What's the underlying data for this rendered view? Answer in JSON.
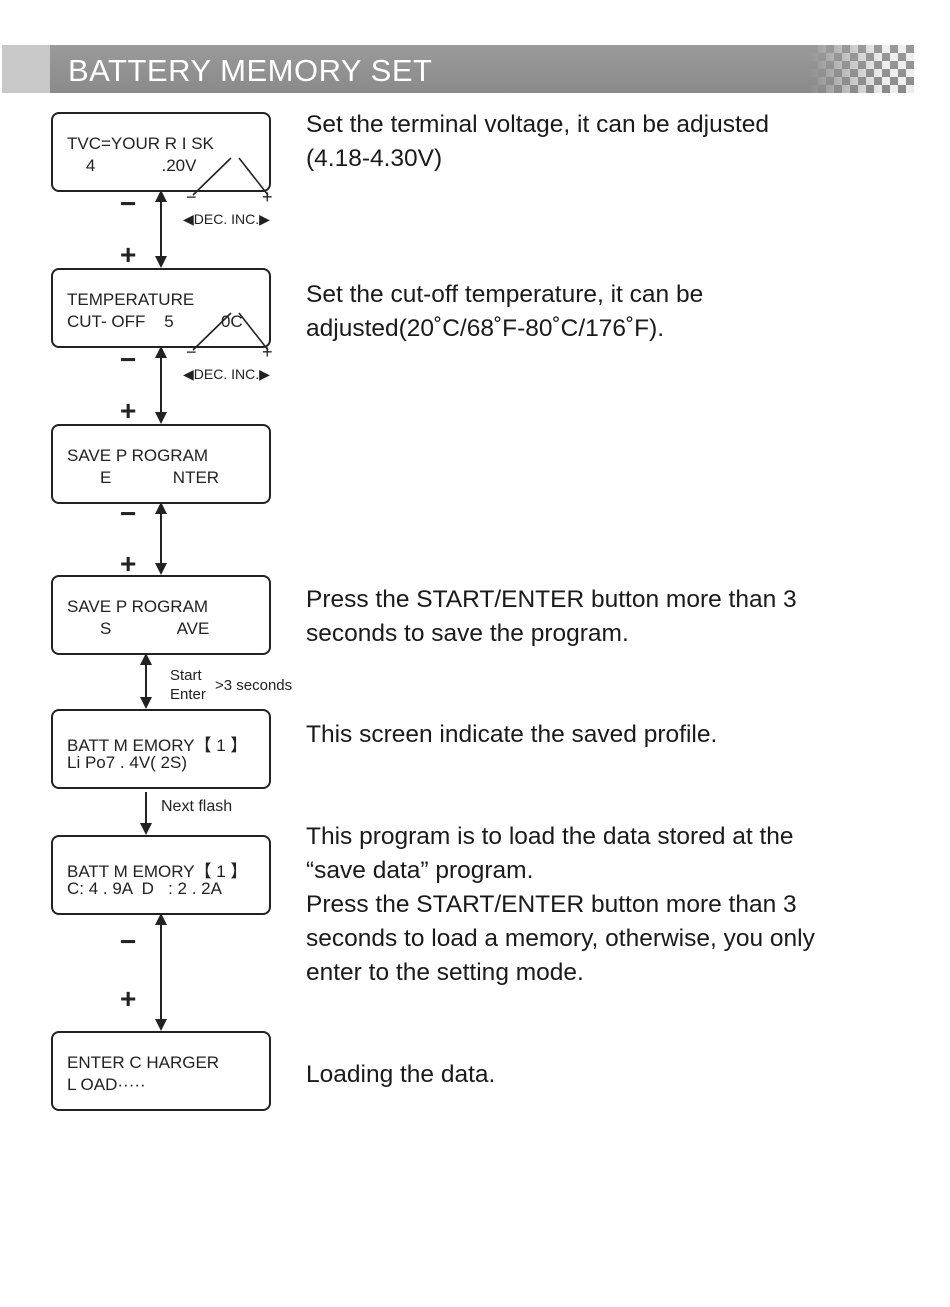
{
  "header": {
    "title": "BATTERY MEMORY SET"
  },
  "screens": [
    {
      "line1": "TVC=YOUR R I SK",
      "line2": "    4              .20V"
    },
    {
      "line1": "TEMPERATURE",
      "line2": "CUT- OFF    5          0C"
    },
    {
      "line1": "SAVE P ROGRAM",
      "line2": "       E             NTER"
    },
    {
      "line1": "SAVE P ROGRAM",
      "line2": "       S              AVE"
    },
    {
      "line1": "BATT M EMORY【 1 】",
      "line2": "Li Po7 . 4V( 2S)"
    },
    {
      "line1": "BATT M EMORY【 1 】",
      "line2": "C: 4 . 9A  D   : 2 . 2A"
    },
    {
      "line1": "ENTER C HARGER",
      "line2": "L OAD·····"
    }
  ],
  "descriptions": [
    {
      "lines": [
        "Set the terminal voltage, it can be adjusted",
        "(4.18-4.30V)"
      ]
    },
    {
      "lines": [
        "Set the cut-off temperature, it can be",
        "adjusted(20˚C/68˚F-80˚C/176˚F)."
      ]
    },
    {
      "lines": [
        "Press the START/ENTER button more than 3",
        "seconds to save the program."
      ]
    },
    {
      "lines": [
        "This screen indicate the saved profile."
      ]
    },
    {
      "lines": [
        "This program is to load the data stored at the",
        "“save data” program.",
        "Press the START/ENTER button more than 3",
        "seconds to load a memory, otherwise, you only",
        "enter to the setting mode."
      ]
    },
    {
      "lines": [
        "Loading the data."
      ]
    }
  ],
  "connectors": {
    "minus": "−",
    "plus": "+",
    "dec_inc": "◀DEC.  INC.▶",
    "start": "Start",
    "enter": "Enter",
    "seconds": ">3 seconds",
    "next_flash": "Next flash"
  }
}
